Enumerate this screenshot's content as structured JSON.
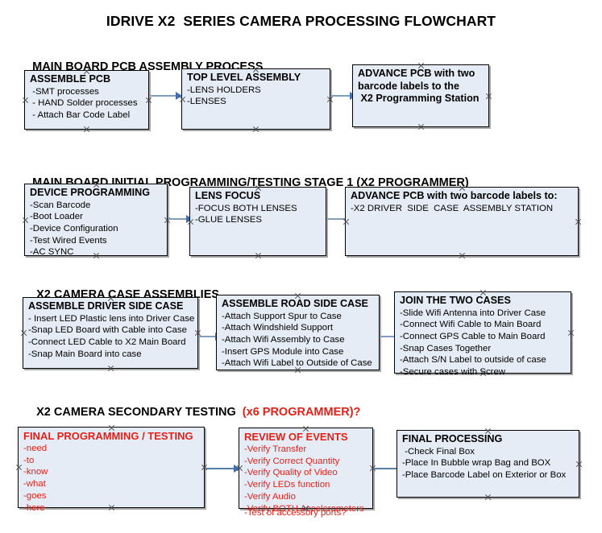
{
  "document": {
    "title": "IDRIVE X2  SERIES CAMERA PROCESSING FLOWCHART",
    "accent_color": "#e32119",
    "box_fill": "#e6ecf5",
    "arrow_color": "#3f6fae"
  },
  "sections": [
    {
      "heading": "MAIN BOARD PCB ASSEMBLY PROCESS",
      "heading_accent": ""
    },
    {
      "heading": "MAIN BOARD INITIAL PROGRAMMING/TESTING STAGE 1 (X2 PROGRAMMER)",
      "heading_accent": ""
    },
    {
      "heading": "X2 CAMERA CASE ASSEMBLIES",
      "heading_accent": ""
    },
    {
      "heading": "X2 CAMERA SECONDARY TESTING  ",
      "heading_accent": "(x6 PROGRAMMER)?"
    }
  ],
  "nodes": {
    "assemble_pcb": {
      "title": "ASSEMBLE PCB",
      "lines": [
        " -SMT processes",
        " - HAND Solder processes",
        " - Attach Bar Code Label"
      ]
    },
    "top_level_assembly": {
      "title": "TOP LEVEL ASSEMBLY",
      "lines": [
        "-LENS HOLDERS",
        "-LENSES"
      ]
    },
    "advance_pcb_x2_programming": {
      "title": "ADVANCE PCB with two",
      "lines": [
        "barcode labels to the",
        " X2 Programming Station"
      ]
    },
    "device_programming": {
      "title": "DEVICE PROGRAMMING",
      "lines": [
        "-Scan Barcode",
        "-Boot Loader",
        "-Device Configuration",
        "-Test Wired Events",
        "-AC SYNC"
      ]
    },
    "lens_focus": {
      "title": "LENS FOCUS",
      "lines": [
        "-FOCUS BOTH LENSES",
        "-GLUE LENSES"
      ]
    },
    "advance_pcb_driver_side": {
      "title": "ADVANCE PCB with two barcode labels to:",
      "lines": [
        "-X2 DRIVER  SIDE  CASE  ASSEMBLY STATION"
      ]
    },
    "assemble_driver_side_case": {
      "title": "ASSEMBLE DRIVER SIDE CASE",
      "lines": [
        "- Insert LED Plastic lens into Driver Case",
        "-Snap LED Board with Cable into Case",
        "-Connect LED Cable to X2 Main Board",
        "-Snap Main Board into case"
      ]
    },
    "assemble_road_side_case": {
      "title": "ASSEMBLE ROAD SIDE CASE",
      "lines": [
        "-Attach Support Spur to Case",
        "-Attach Windshield Support",
        "-Attach Wifi Assembly to Case",
        "-Insert GPS Module into Case",
        "-Attach Wifi Label to Outside of Case"
      ]
    },
    "join_the_two_cases": {
      "title": "JOIN THE TWO CASES",
      "lines": [
        "-Slide Wifi Antenna into Driver Case",
        "-Connect Wifi Cable to Main Board",
        "-Connect GPS Cable to Main Board",
        "-Snap Cases Together",
        "-Attach S/N Label to outside of case",
        "-Secure cases with Screw"
      ]
    },
    "final_programming_testing": {
      "title": "FINAL PROGRAMMING / TESTING",
      "lines": [
        "-need",
        "-to",
        "-know",
        "-what",
        "-goes",
        "-here"
      ]
    },
    "review_of_events": {
      "title": "REVIEW OF EVENTS",
      "lines": [
        "-Verify Transfer",
        "-Verify Correct Quantity",
        "-Verify Quality of Video",
        "-Verify LEDs function",
        "-Verify Audio",
        "-Verify BOTH Accelerometers"
      ],
      "overflow_line": "-Test of accessory ports?"
    },
    "final_processing": {
      "title": "FINAL PROCESSING",
      "lines": [
        " -Check Final Box",
        "-Place In Bubble wrap Bag and BOX",
        "-Place Barcode Label on Exterior or Box"
      ]
    }
  }
}
